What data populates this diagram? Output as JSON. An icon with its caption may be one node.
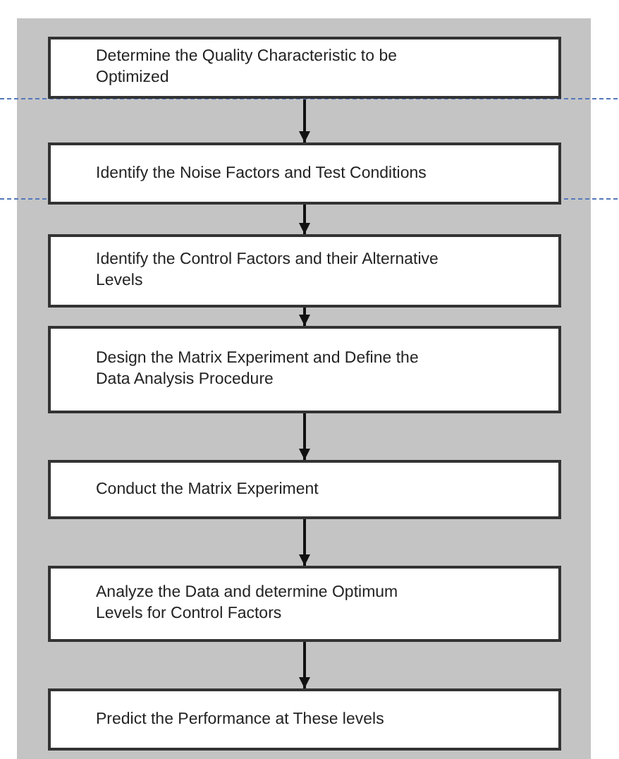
{
  "diagram": {
    "nodes": [
      {
        "text": [
          "Determine the Quality Characteristic to be Optimized"
        ]
      },
      {
        "text": [
          "Identify the Noise Factors and Test Conditions"
        ]
      },
      {
        "text": [
          "Identify the Control Factors and their Alternative Levels"
        ]
      },
      {
        "text": [
          "Design the Matrix Experiment and Define the Data Analysis Procedure"
        ]
      },
      {
        "text": [
          "Conduct the Matrix Experiment"
        ]
      },
      {
        "text": [
          "Analyze the Data and determine Optimum Levels for Control Factors"
        ]
      },
      {
        "text": [
          "Predict the Performance at These levels"
        ]
      }
    ],
    "edges": [
      {
        "from": 0,
        "to": 1,
        "arrow": "to"
      },
      {
        "from": 1,
        "to": 2,
        "arrow": "to"
      },
      {
        "from": 2,
        "to": 3,
        "arrow": "to"
      },
      {
        "from": 3,
        "to": 4,
        "arrow": "to"
      },
      {
        "from": 4,
        "to": 5,
        "arrow": "to"
      },
      {
        "from": 5,
        "to": 6,
        "arrow": "to"
      }
    ]
  }
}
